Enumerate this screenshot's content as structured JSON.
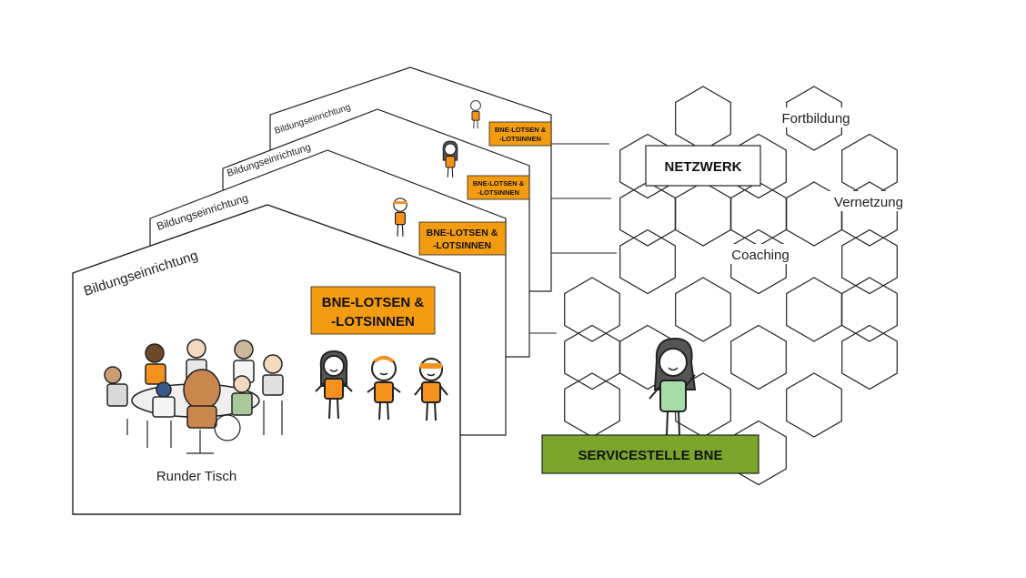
{
  "houses": [
    {
      "label": "Bildungseinrichtung",
      "badge_line1": "BNE-LOTSEN &",
      "badge_line2": "-LOTSINNEN"
    },
    {
      "label": "Bildungseinrichtung",
      "badge_line1": "BNE-LOTSEN &",
      "badge_line2": "-LOTSINNEN"
    },
    {
      "label": "Bildungseinrichtung",
      "badge_line1": "BNE-LOTSEN &",
      "badge_line2": "-LOTSINNEN"
    },
    {
      "label": "Bildungseinrichtung",
      "badge_line1": "BNE-LOTSEN &",
      "badge_line2": "-LOTSINNEN"
    }
  ],
  "front_house": {
    "round_table_label": "Runder Tisch"
  },
  "network": {
    "title": "NETZWERK",
    "labels": [
      "Fortbildung",
      "Vernetzung",
      "Coaching"
    ],
    "service_label": "SERVICESTELLE BNE"
  },
  "colors": {
    "orange": "#f39c12",
    "orange_figure": "#f5921e",
    "green_box": "#7ba62c",
    "green_figure": "#a8dca8",
    "stroke": "#222222"
  },
  "icons": [
    "person-figure-icon",
    "round-table-illustration",
    "hexagon-grid"
  ]
}
